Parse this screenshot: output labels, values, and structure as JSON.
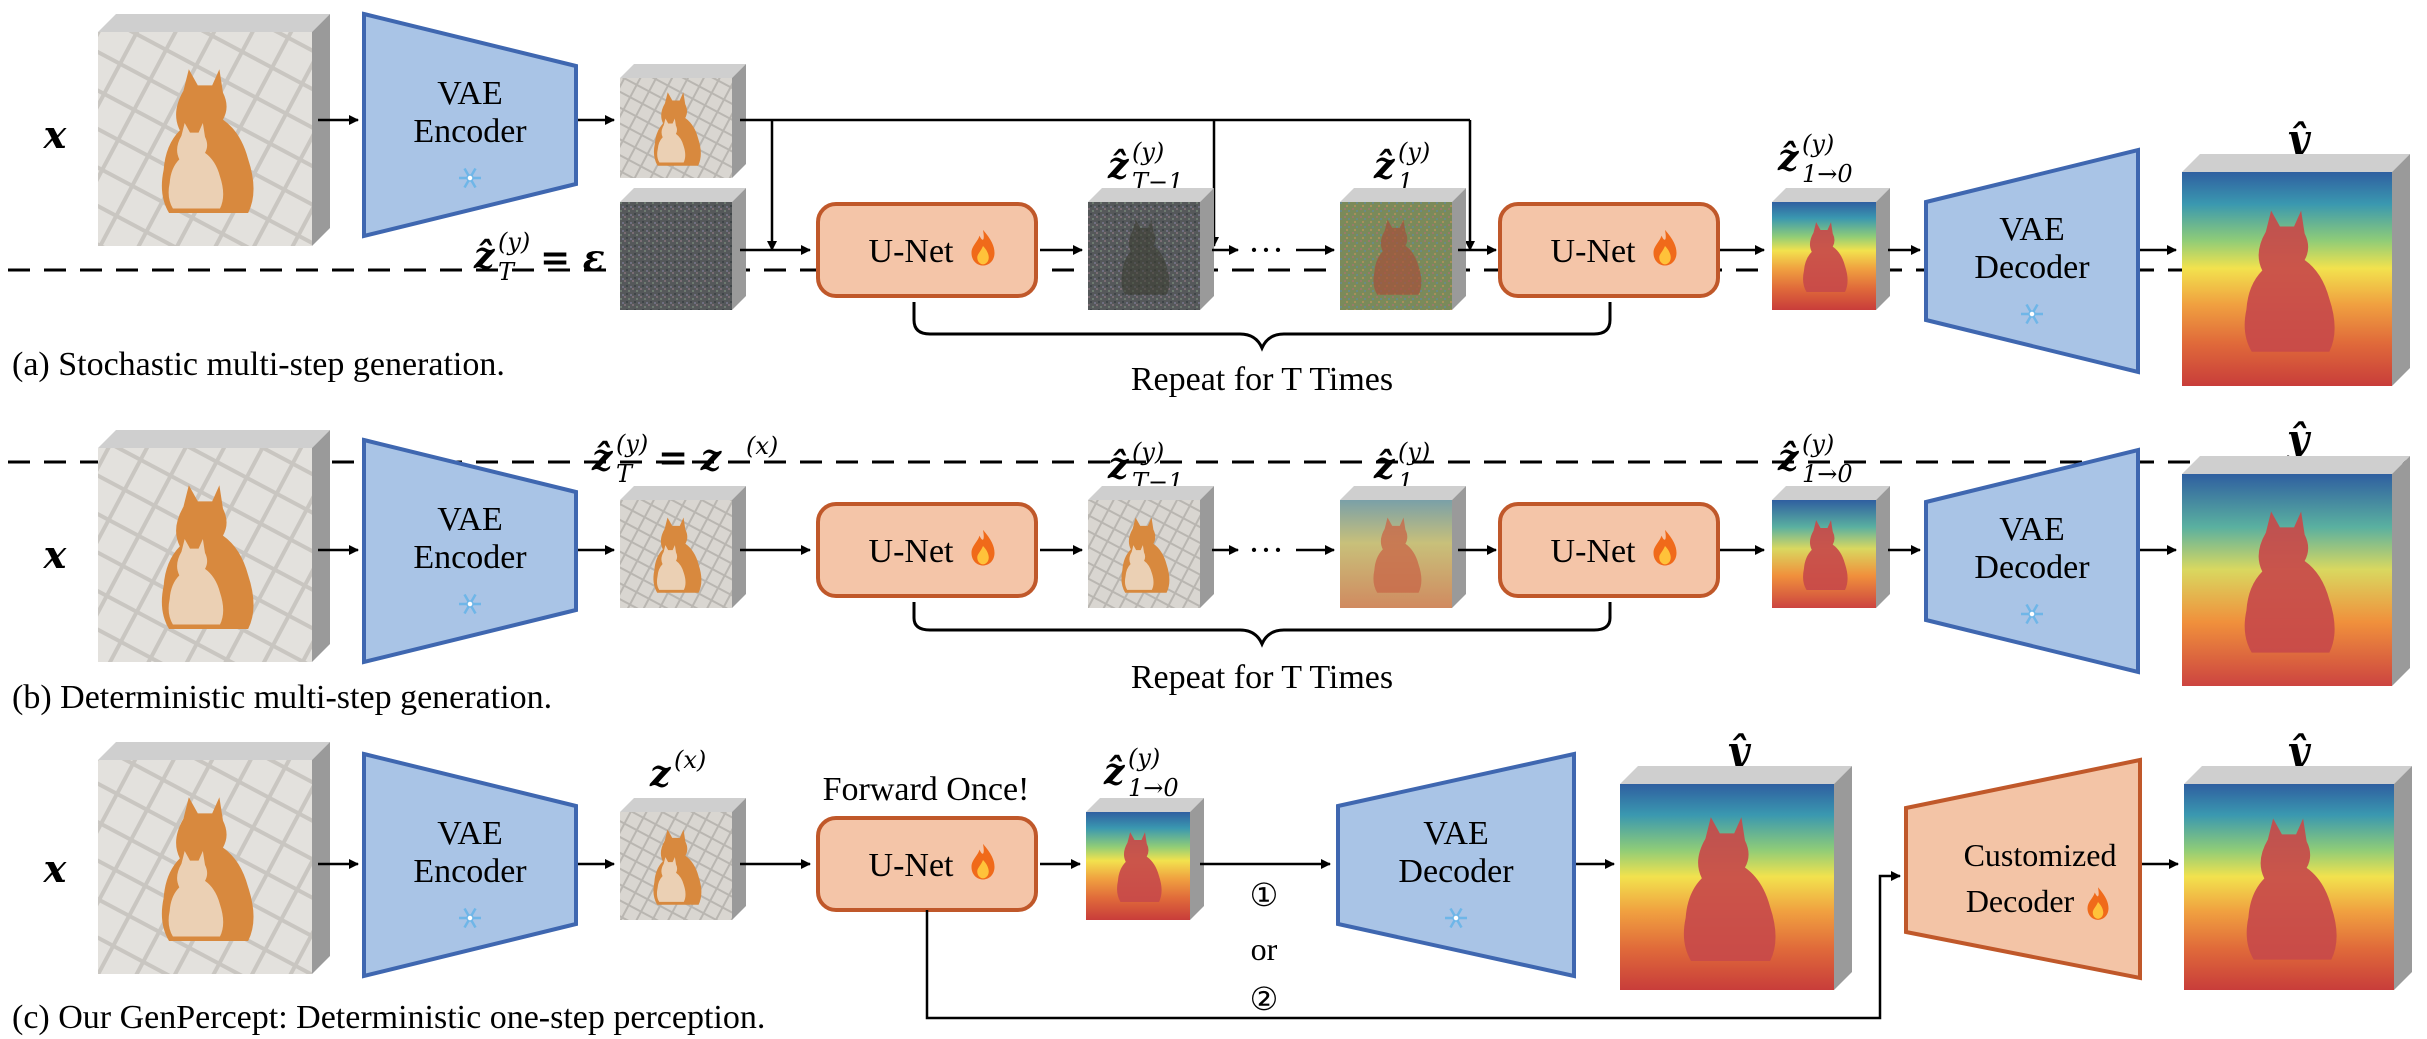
{
  "rows": [
    {
      "caption": "(a) Stochastic multi-step generation.",
      "input_label": "x",
      "encoder_lines": [
        "VAE",
        "Encoder"
      ],
      "noise_label": {
        "main": "ẑ",
        "sup": "(y)",
        "sub": "T",
        "rhs": "= ε"
      },
      "unet_label": "U-Net",
      "ellipsis": "···",
      "z_t_minus_1": {
        "main": "ẑ",
        "sup": "(y)",
        "sub": "T−1"
      },
      "z_1": {
        "main": "ẑ",
        "sup": "(y)",
        "sub": "1"
      },
      "z_1_to_0": {
        "main": "ẑ",
        "sup": "(y)",
        "sub": "1→0"
      },
      "decoder_lines": [
        "VAE",
        "Decoder"
      ],
      "output_label": "ŷ",
      "repeat_label": "Repeat for  T Times"
    },
    {
      "caption": "(b) Deterministic multi-step generation.",
      "input_label": "x",
      "encoder_lines": [
        "VAE",
        "Encoder"
      ],
      "latent_label": {
        "main": "ẑ",
        "sup": "(y)",
        "sub": "T",
        "rhs": "= z",
        "rhs_sup": "(x)"
      },
      "unet_label": "U-Net",
      "ellipsis": "···",
      "z_t_minus_1": {
        "main": "ẑ",
        "sup": "(y)",
        "sub": "T−1"
      },
      "z_1": {
        "main": "ẑ",
        "sup": "(y)",
        "sub": "1"
      },
      "z_1_to_0": {
        "main": "ẑ",
        "sup": "(y)",
        "sub": "1→0"
      },
      "decoder_lines": [
        "VAE",
        "Decoder"
      ],
      "output_label": "ŷ",
      "repeat_label": "Repeat for  T Times"
    },
    {
      "caption": "(c) Our GenPercept: Deterministic one-step perception.",
      "input_label": "x",
      "encoder_lines": [
        "VAE",
        "Encoder"
      ],
      "latent_label": {
        "main": "z",
        "sup": "(x)"
      },
      "forward_label": "Forward Once!",
      "unet_label": "U-Net",
      "z_1_to_0": {
        "main": "ẑ",
        "sup": "(y)",
        "sub": "1→0"
      },
      "decoder_lines": [
        "VAE",
        "Decoder"
      ],
      "custom_decoder_lines": [
        "Customized",
        "Decoder"
      ],
      "option_1": "①",
      "option_or": "or",
      "option_2": "②",
      "output_label": "ŷ"
    }
  ],
  "icons": {
    "frozen": "snowflake-icon",
    "trainable": "flame-icon"
  },
  "colors": {
    "vae_fill": "#a9c4e6",
    "vae_stroke": "#3f67b0",
    "unet_fill": "#f4c5a8",
    "unet_stroke": "#c0582a",
    "custom_fill": "#f3c4a6",
    "custom_stroke": "#c0582a"
  }
}
